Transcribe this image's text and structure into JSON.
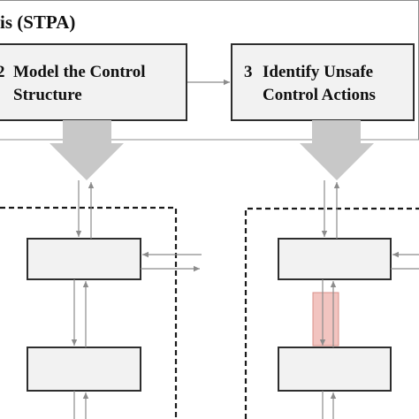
{
  "header": {
    "title_fragment": "is (STPA)"
  },
  "steps": [
    {
      "number": "2",
      "line1": "Model the Control",
      "line2": "Structure"
    },
    {
      "number": "3",
      "line1": "Identify Unsafe",
      "line2": "Control Actions"
    }
  ],
  "colors": {
    "outline": "#3a3a3a",
    "box_fill": "#f2f2f2",
    "connector": "#8c8c8c",
    "big_arrow": "#c8c8c8",
    "highlight": "#f2c4c0",
    "highlight_edge": "#d88f88"
  }
}
